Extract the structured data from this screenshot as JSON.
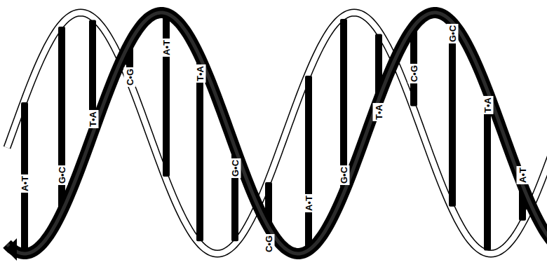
{
  "diagram": {
    "labels": [
      "A•T",
      "G•C",
      "T•A",
      "C•G",
      "A•T",
      "T•A",
      "G•C",
      "C•G",
      "A•T",
      "G•C",
      "T•A",
      "C•G",
      "G•C",
      "T•A",
      "A•T"
    ]
  }
}
